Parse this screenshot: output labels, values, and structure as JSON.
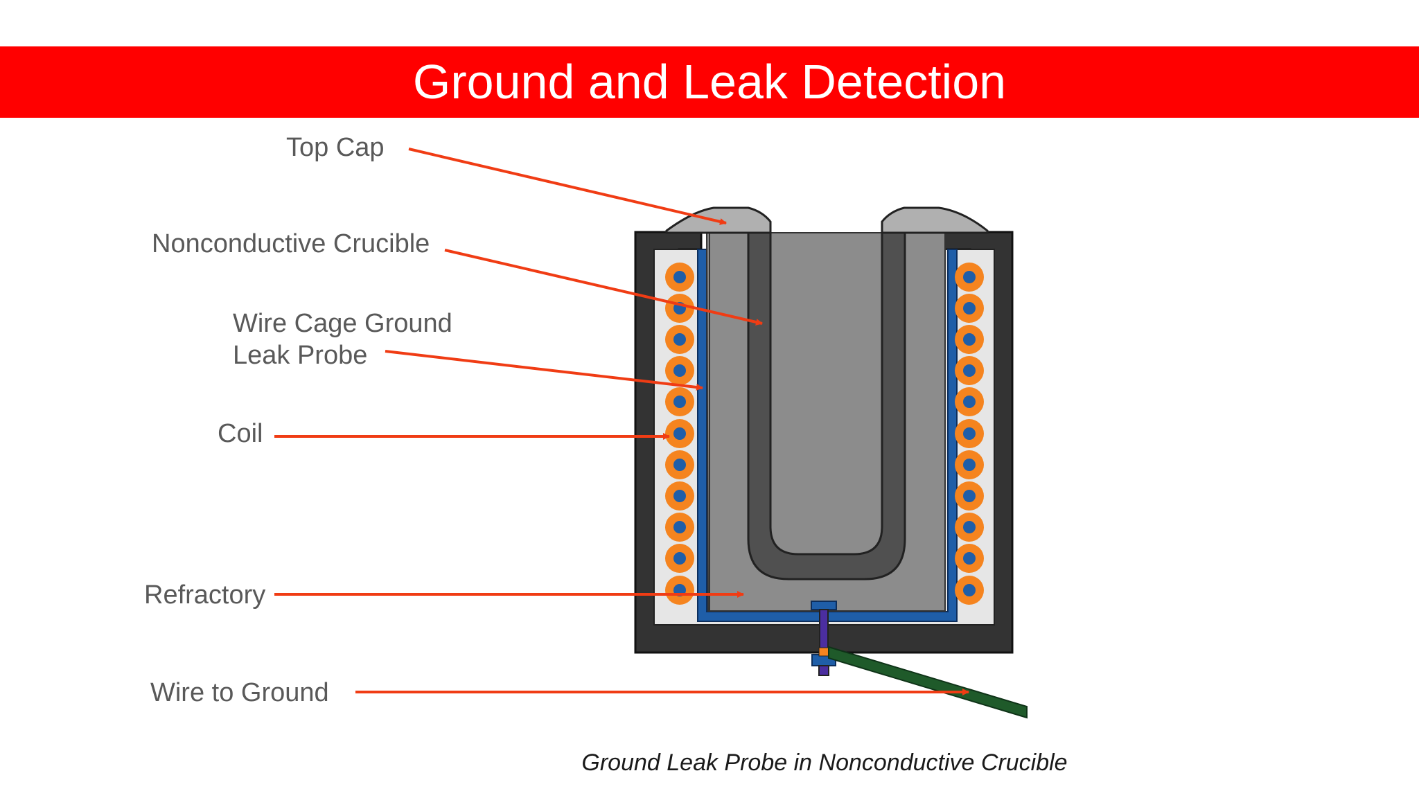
{
  "title": "Ground and Leak Detection",
  "labels": {
    "top_cap": "Top Cap",
    "crucible": "Nonconductive Crucible",
    "probe_line1": "Wire Cage Ground",
    "probe_line2": "Leak Probe",
    "coil": "Coil",
    "refractory": "Refractory",
    "wire": "Wire to Ground"
  },
  "caption": "Ground Leak Probe in Nonconductive Crucible",
  "colors": {
    "title_bar": "#ff0000",
    "arrow": "#f03c14",
    "coil_outer": "#f5841f",
    "coil_inner": "#1f5ea8",
    "shell": "#333333",
    "crucible": "#505050",
    "refractory": "#8c8c8c",
    "top_cap": "#b0b0b0",
    "probe_cage": "#1f5ea8",
    "ground_wire": "#1f5a2a"
  }
}
